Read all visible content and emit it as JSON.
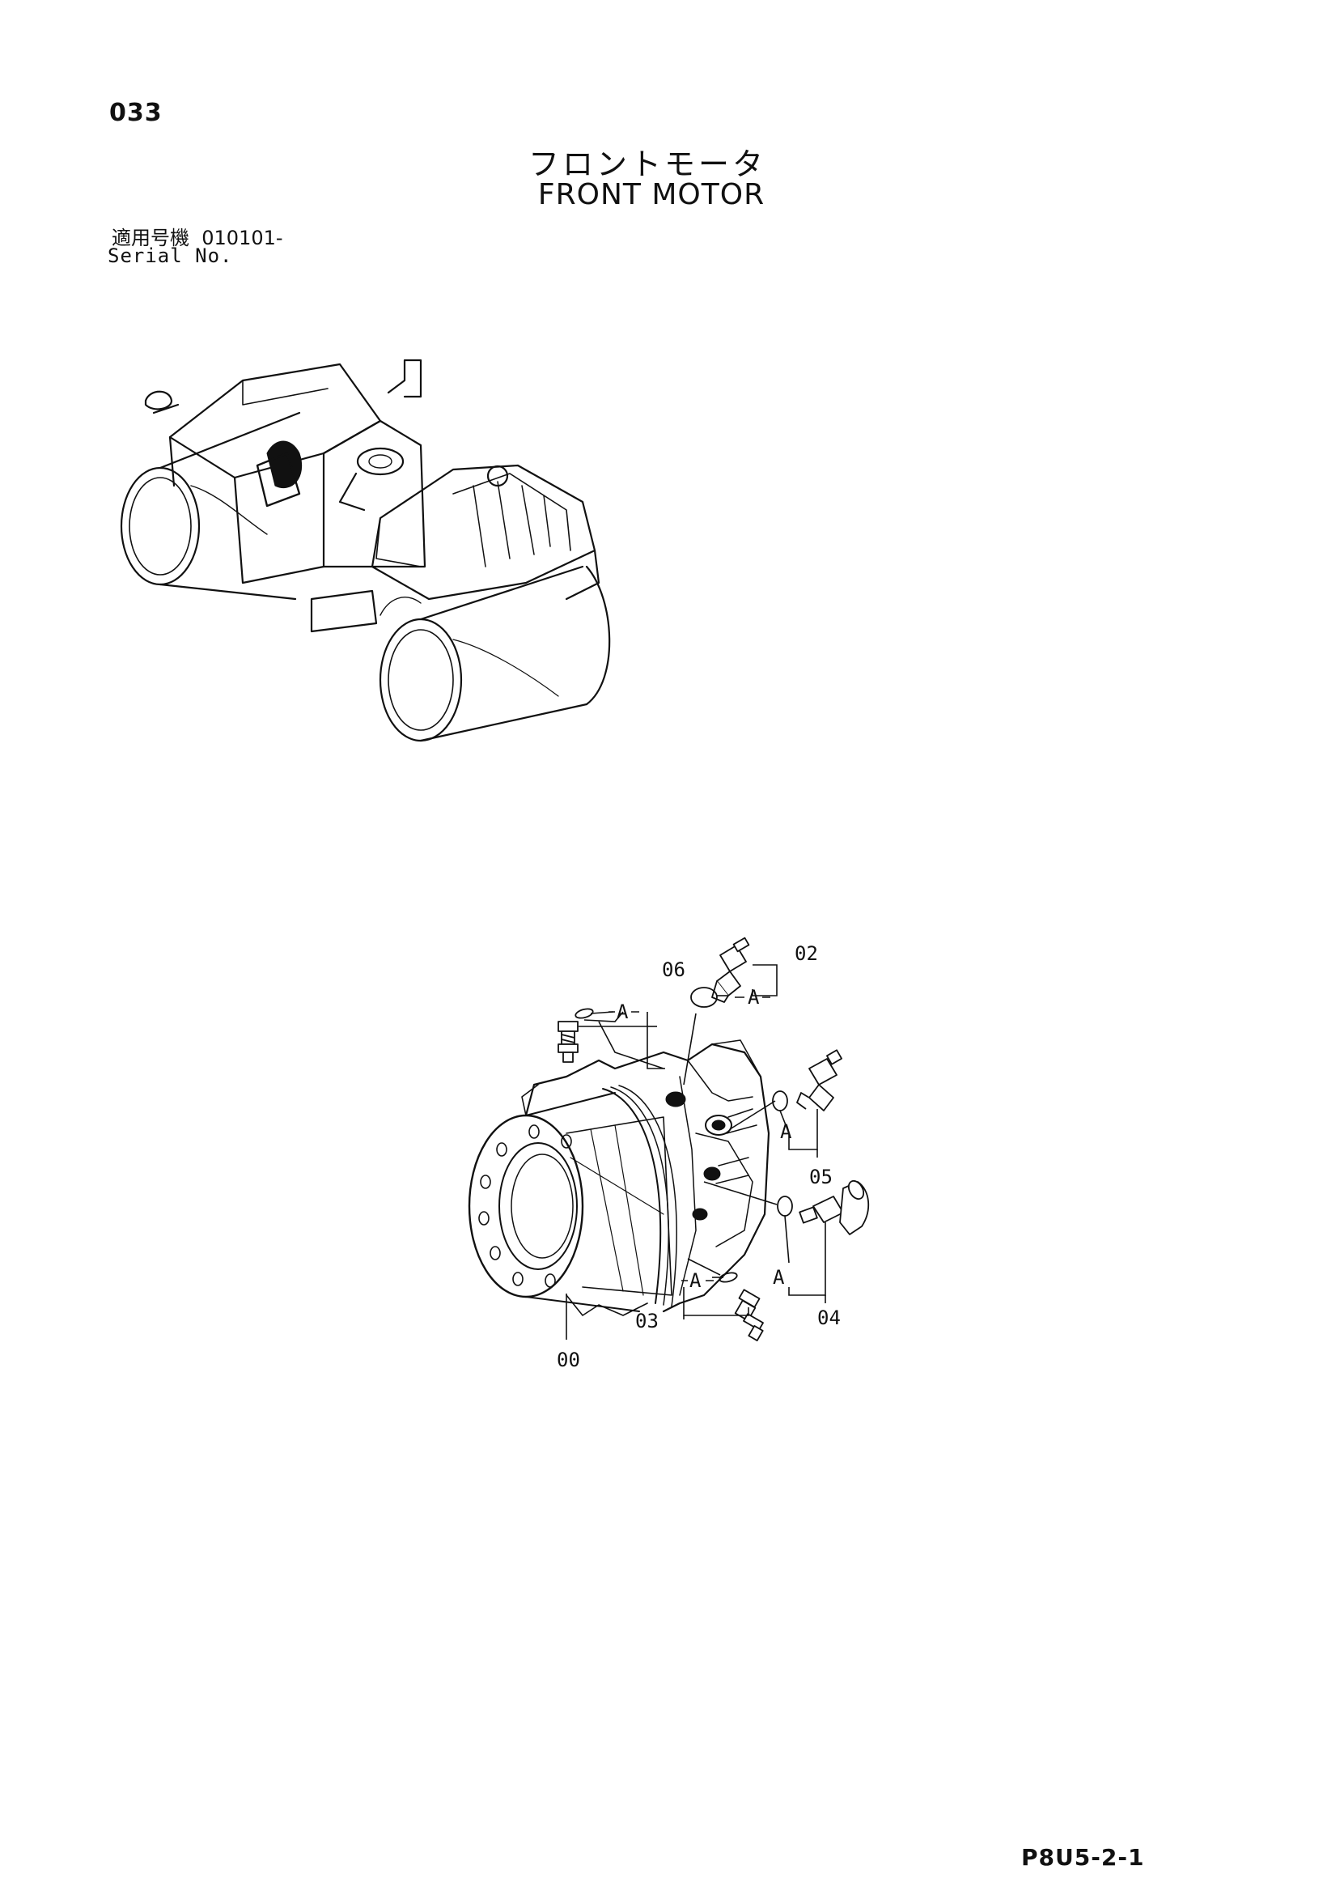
{
  "page": {
    "number": "033",
    "title_jp": "フロントモータ",
    "title_en": "FRONT MOTOR",
    "serial_label_jp": "適用号機",
    "serial_value": "010101-",
    "serial_label_en": "Serial No.",
    "footer_code": "P8U5-2-1"
  },
  "diagram": {
    "overview": "roller-overview",
    "callouts": [
      {
        "id": "06",
        "label": "06"
      },
      {
        "id": "02",
        "label": "02"
      },
      {
        "id": "05",
        "label": "05"
      },
      {
        "id": "04",
        "label": "04"
      },
      {
        "id": "03",
        "label": "03"
      },
      {
        "id": "00",
        "label": "00"
      }
    ],
    "seal_marker": "A"
  }
}
